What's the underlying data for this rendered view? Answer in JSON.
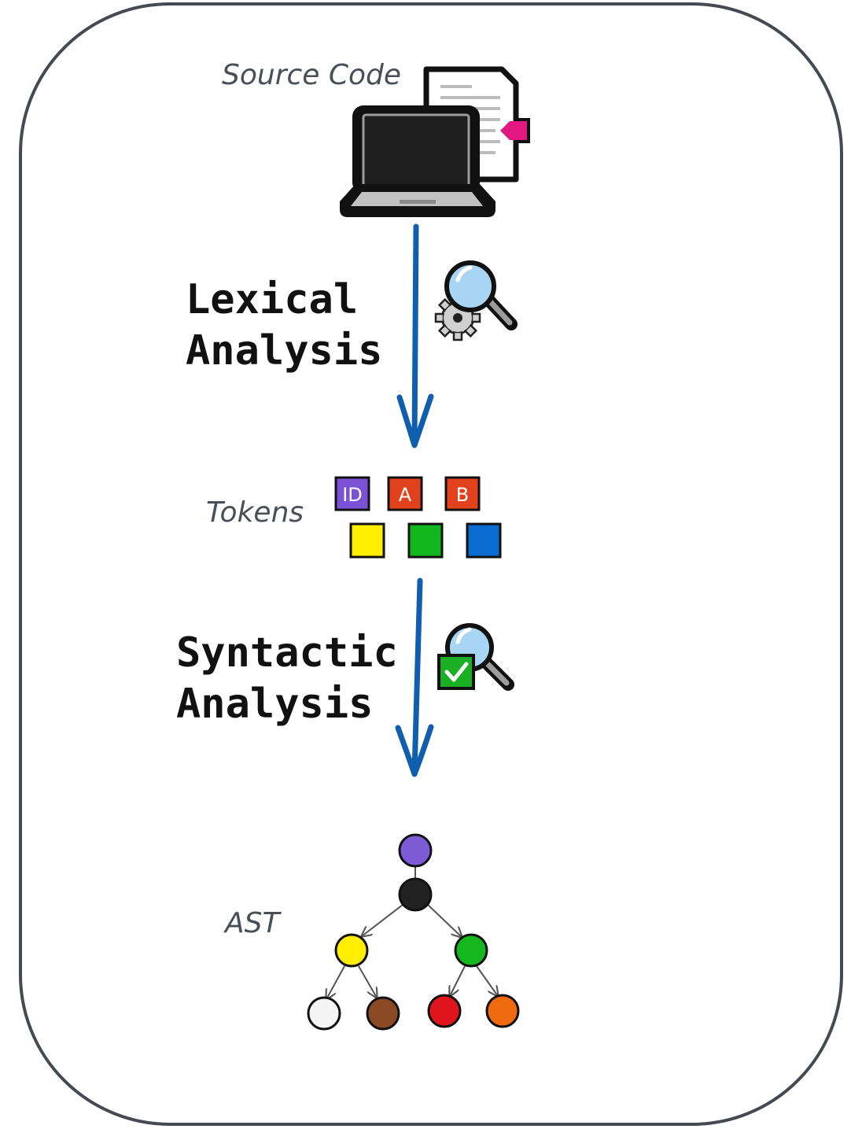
{
  "labels": {
    "source_code": "Source Code",
    "lexical_line1": "Lexical",
    "lexical_line2": "Analysis",
    "tokens": "Tokens",
    "syntactic_line1": "Syntactic",
    "syntactic_line2": "Analysis",
    "ast": "AST"
  },
  "tokens": [
    {
      "label": "ID",
      "color": "#7b52d6"
    },
    {
      "label": "A",
      "color": "#e2421b"
    },
    {
      "label": "B",
      "color": "#e2421b"
    },
    {
      "label": "",
      "color": "#ffee00"
    },
    {
      "label": "",
      "color": "#12b71f"
    },
    {
      "label": "",
      "color": "#0b6ccf"
    }
  ],
  "ast_nodes": [
    {
      "color": "#7e5bd6"
    },
    {
      "color": "#222222"
    },
    {
      "color": "#ffee00"
    },
    {
      "color": "#14b81e"
    },
    {
      "color": "#f4f4f4"
    },
    {
      "color": "#8a4a23"
    },
    {
      "color": "#e0141c"
    },
    {
      "color": "#f06a10"
    }
  ],
  "colors": {
    "arrow": "#0f5fae",
    "frame": "#454a52"
  },
  "icons": {
    "source": "laptop-with-document-icon",
    "lexical": "magnifier-gear-icon",
    "syntactic": "magnifier-checkbox-icon"
  }
}
